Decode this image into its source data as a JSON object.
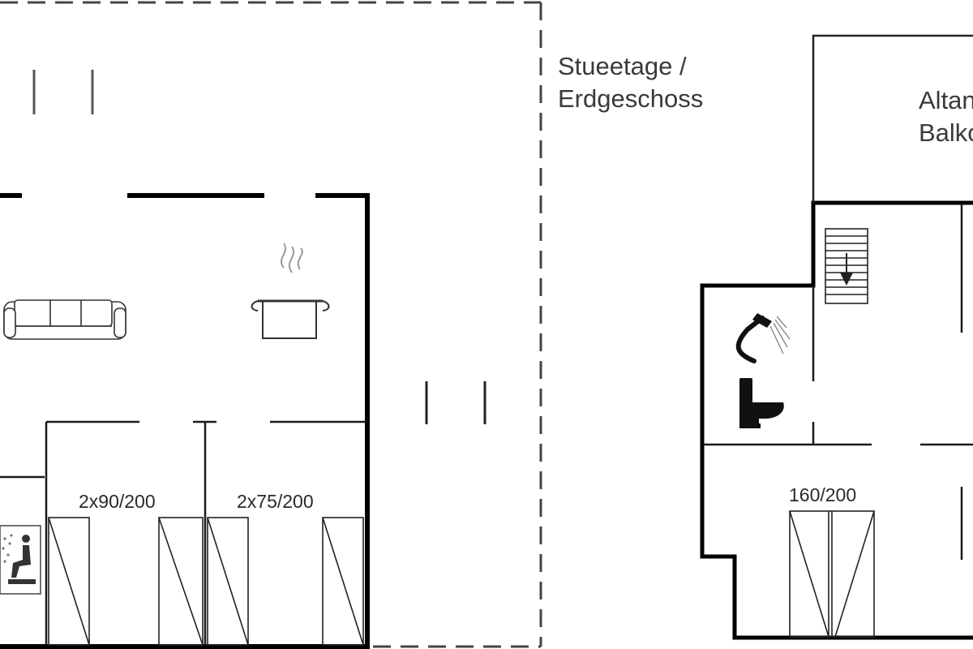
{
  "floor_label": {
    "line1": "Stueetage /",
    "line2": "Erdgeschoss"
  },
  "balcony_label": {
    "line1": "Altan",
    "line2": "Balkon"
  },
  "bed_sizes": [
    "2x90/200",
    "2x75/200",
    "160/200"
  ],
  "icons": [
    "sofa-icon",
    "cooking-pot-icon",
    "shower-icon",
    "toilet-icon",
    "sauna-icon",
    "stairs-down-icon"
  ],
  "colors": {
    "wall": "#000000",
    "line": "#1a1a1a",
    "dashed_boundary": "#444444",
    "text": "#3a3a3a"
  }
}
